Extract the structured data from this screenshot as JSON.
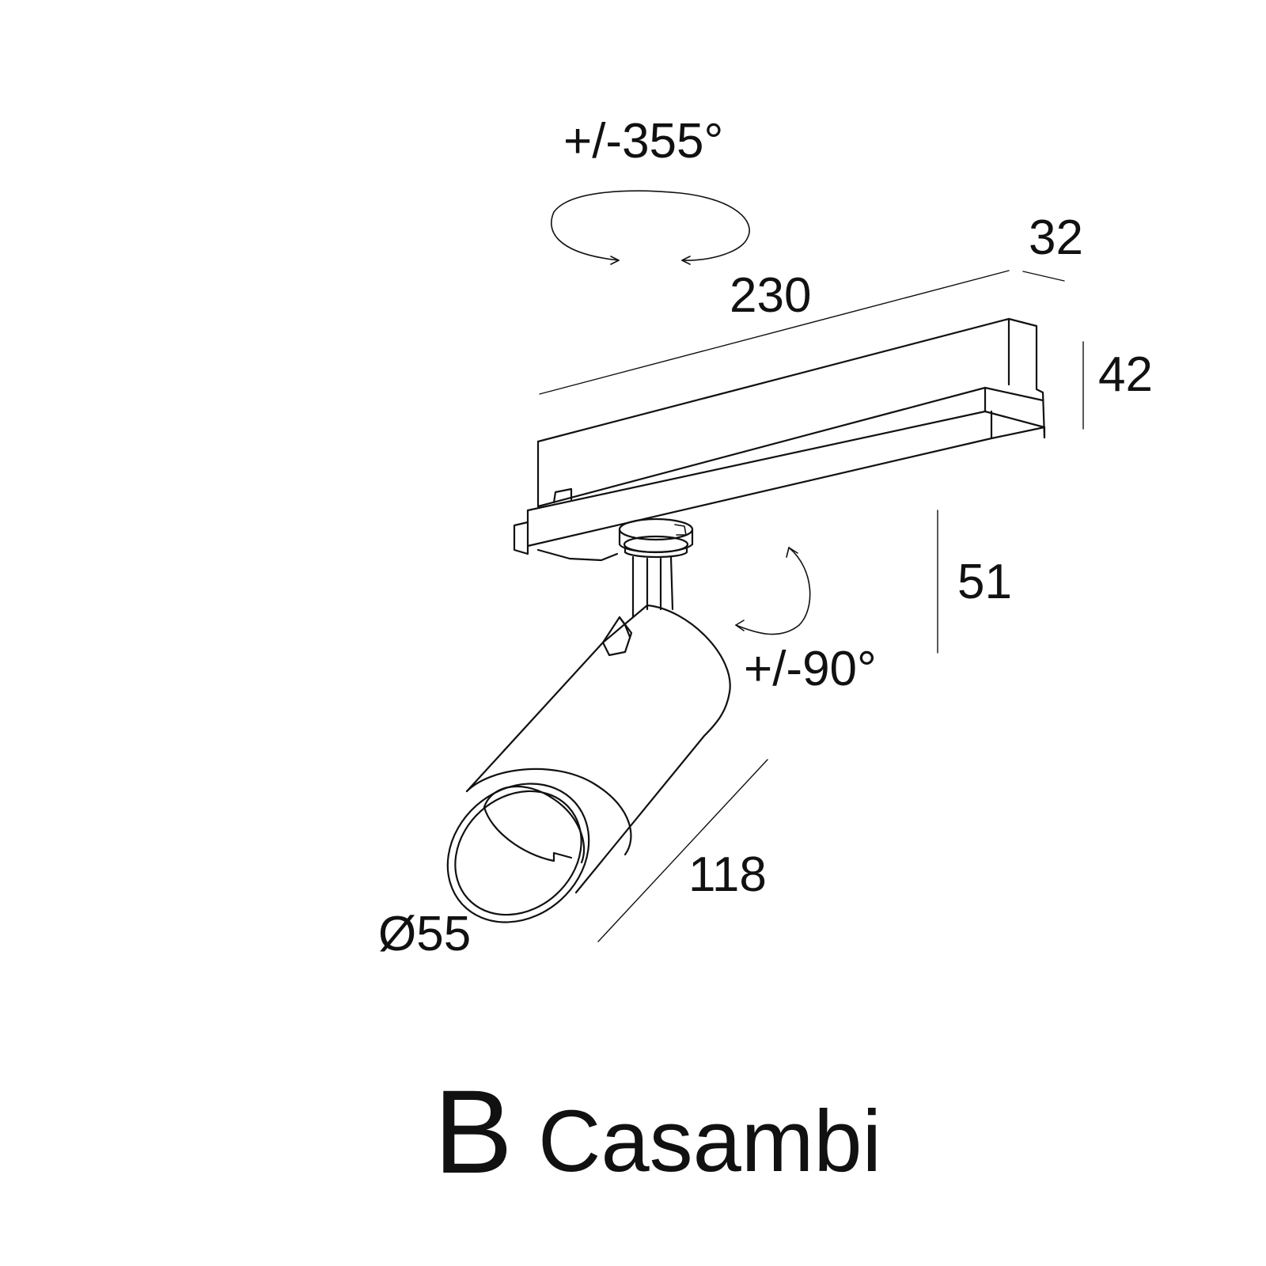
{
  "dimensions": {
    "rotation_horizontal": "+/-355°",
    "length": "230",
    "width": "32",
    "height_adapter": "42",
    "height_mount": "51",
    "rotation_tilt": "+/-90°",
    "body_length": "118",
    "diameter": "Ø55"
  },
  "caption": {
    "code": "B",
    "name": "Casambi"
  },
  "colors": {
    "stroke": "#111111",
    "background": "#ffffff"
  }
}
